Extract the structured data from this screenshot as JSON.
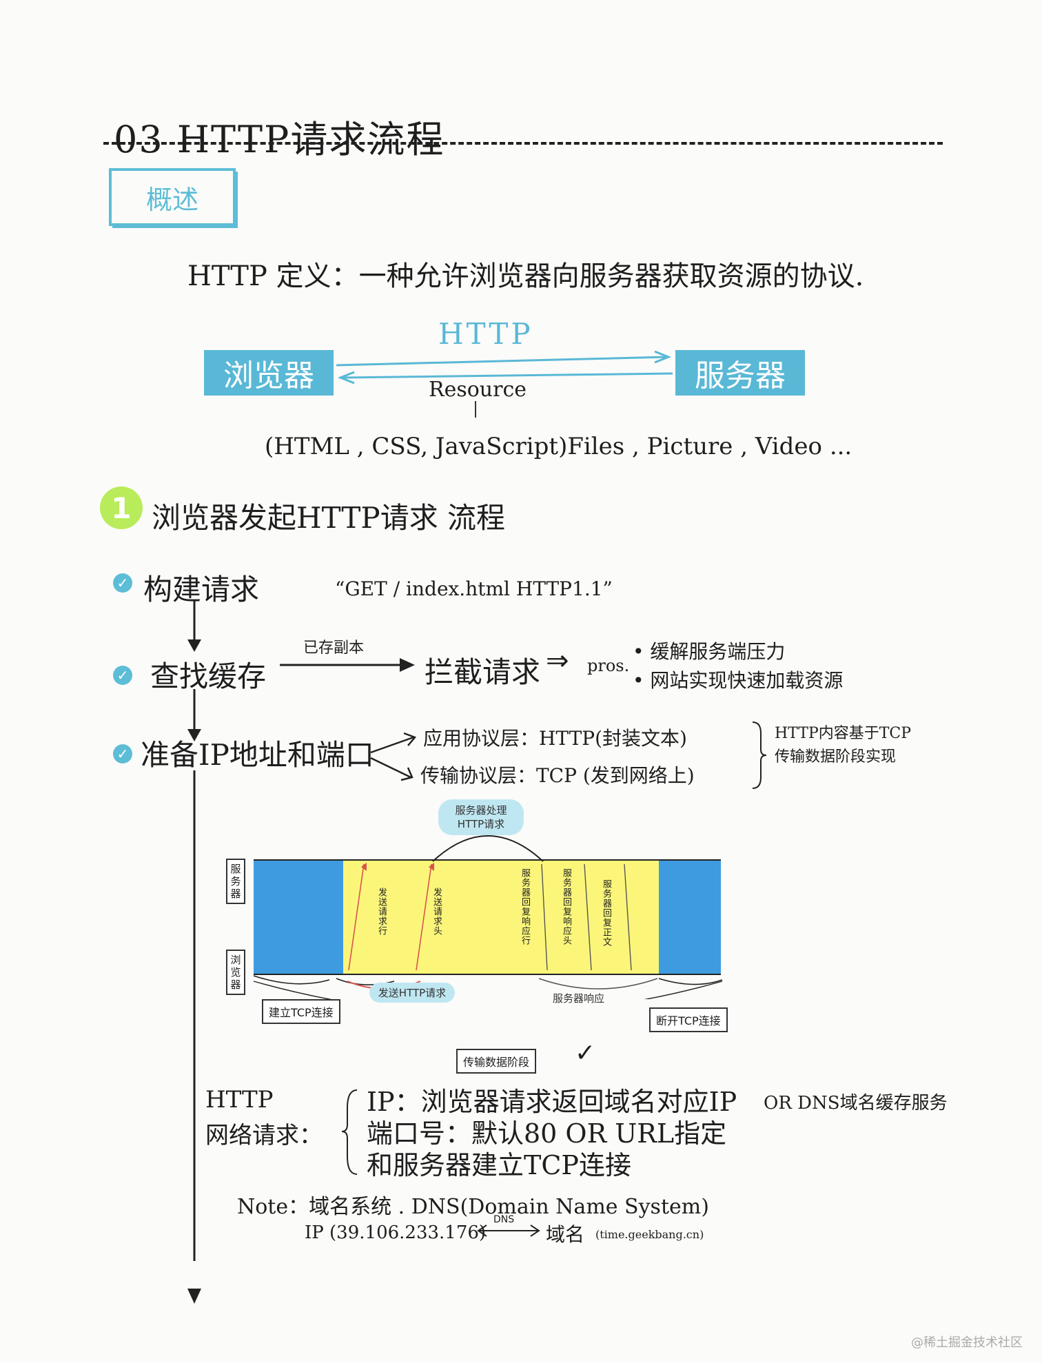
{
  "title": "03 HTTP请求流程",
  "overview": "概述",
  "definition": "HTTP 定义：一种允许浏览器向服务器获取资源的协议.",
  "diagram": {
    "browser": "浏览器",
    "server": "服务器",
    "http": "HTTP",
    "resource": "Resource",
    "files": "(HTML , CSS, JavaScript)Files , Picture , Video ..."
  },
  "section1": {
    "number": "1",
    "title": "浏览器发起HTTP请求 流程"
  },
  "steps": {
    "build_request": "构建请求",
    "build_request_example": "“GET / index.html HTTP1.1”",
    "find_cache": "查找缓存",
    "cache_hit": "已存副本",
    "intercept": "拦截请求",
    "pros": "pros.",
    "pros_1": "• 缓解服务端压力",
    "pros_2": "• 网站实现快速加载资源",
    "prepare_ip": "准备IP地址和端口",
    "app_layer": "应用协议层：HTTP(封装文本)",
    "transport_layer": "传输协议层：TCP (发到网络上)",
    "note_http_tcp_1": "HTTP内容基于TCP",
    "note_http_tcp_2": "传输数据阶段实现"
  },
  "timeline": {
    "server_side": "服务器",
    "browser_side": "浏览器",
    "server_process": "服务器处理\nHTTP请求",
    "send_request_line": "发送请求行",
    "send_request_head": "发送请求头",
    "resp_line": "服务器回复响应行",
    "resp_head": "服务器回复响应头",
    "resp_body": "服务器回复正文",
    "send_http": "发送HTTP请求",
    "server_response": "服务器响应",
    "tcp_connect": "建立TCP连接",
    "tcp_disconnect": "断开TCP连接",
    "transfer": "传输数据阶段",
    "check": "✓"
  },
  "network": {
    "label_1": "HTTP",
    "label_2": "网络请求：",
    "line_1": "IP：浏览器请求返回域名对应IP",
    "line_1_or": "OR DNS域名缓存服务",
    "line_2": "端口号：默认80  OR  URL指定",
    "line_3": "和服务器建立TCP连接",
    "note": "Note：域名系统 . DNS(Domain Name System)",
    "ip": "IP (39.106.233.176)",
    "dns": "DNS",
    "domain": "域名",
    "domain_example": "(time.geekbang.cn)"
  },
  "watermark": "@稀土掘金技术社区",
  "colors": {
    "accent_blue": "#59b8d6",
    "green": "#b8ec5a",
    "yellow": "#fbf67a",
    "timeline_blue": "#3f9be0",
    "arrow_red": "#d9534f"
  }
}
